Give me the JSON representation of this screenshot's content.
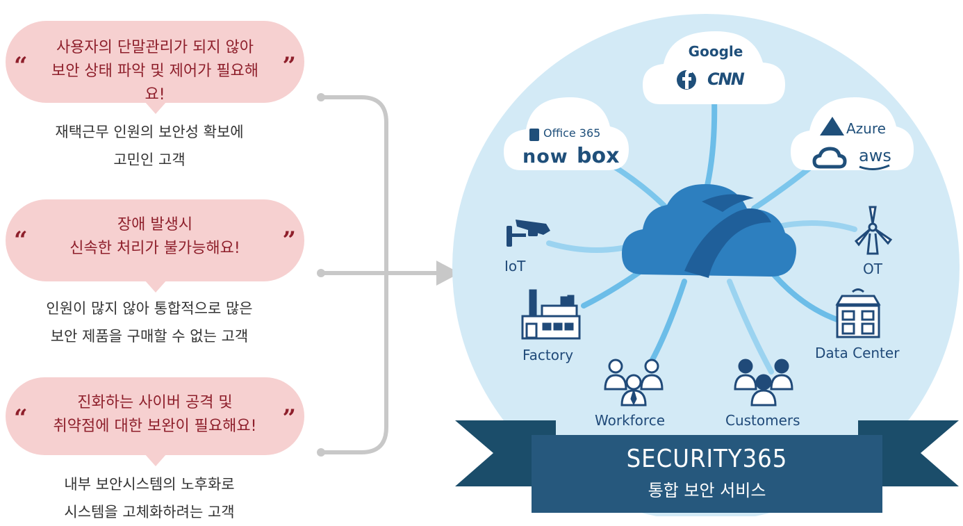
{
  "concerns": [
    {
      "quote_line1": "사용자의 단말관리가 되지 않아",
      "quote_line2": "보안 상태 파악 및 제어가 필요해요!",
      "desc_line1": "재택근무 인원의 보안성 확보에",
      "desc_line2": "고민인 고객"
    },
    {
      "quote_line1": "장애 발생시",
      "quote_line2": "신속한 처리가 불가능해요!",
      "desc_line1": "인원이 많지 않아 통합적으로 많은",
      "desc_line2": "보안 제품을 구매할 수 없는 고객"
    },
    {
      "quote_line1": "진화하는 사이버 공격 및",
      "quote_line2": "취약점에 대한 보완이 필요해요!",
      "desc_line1": "내부 보안시스템의 노후화로",
      "desc_line2": "시스템을 고체화하려는 고객"
    }
  ],
  "quote_open": "“",
  "quote_close": "”",
  "clouds": {
    "top": {
      "line1": "Google",
      "cnn": "CNN"
    },
    "left": {
      "office": "Office 365",
      "now": "now",
      "box": "box"
    },
    "right": {
      "azure": "Azure",
      "aws": "aws"
    }
  },
  "nodes": {
    "iot": "IoT",
    "ot": "OT",
    "factory": "Factory",
    "data_center": "Data Center",
    "workforce": "Workforce",
    "customers": "Customers"
  },
  "banner": {
    "title": "SECURITY365",
    "subtitle": "통합 보안 서비스"
  },
  "colors": {
    "bubble": "#f6d0d0",
    "quote_text": "#8e1f2b",
    "globe": "#d3eaf6",
    "brand": "#235a8c",
    "banner_dark": "#1b4d6a"
  }
}
